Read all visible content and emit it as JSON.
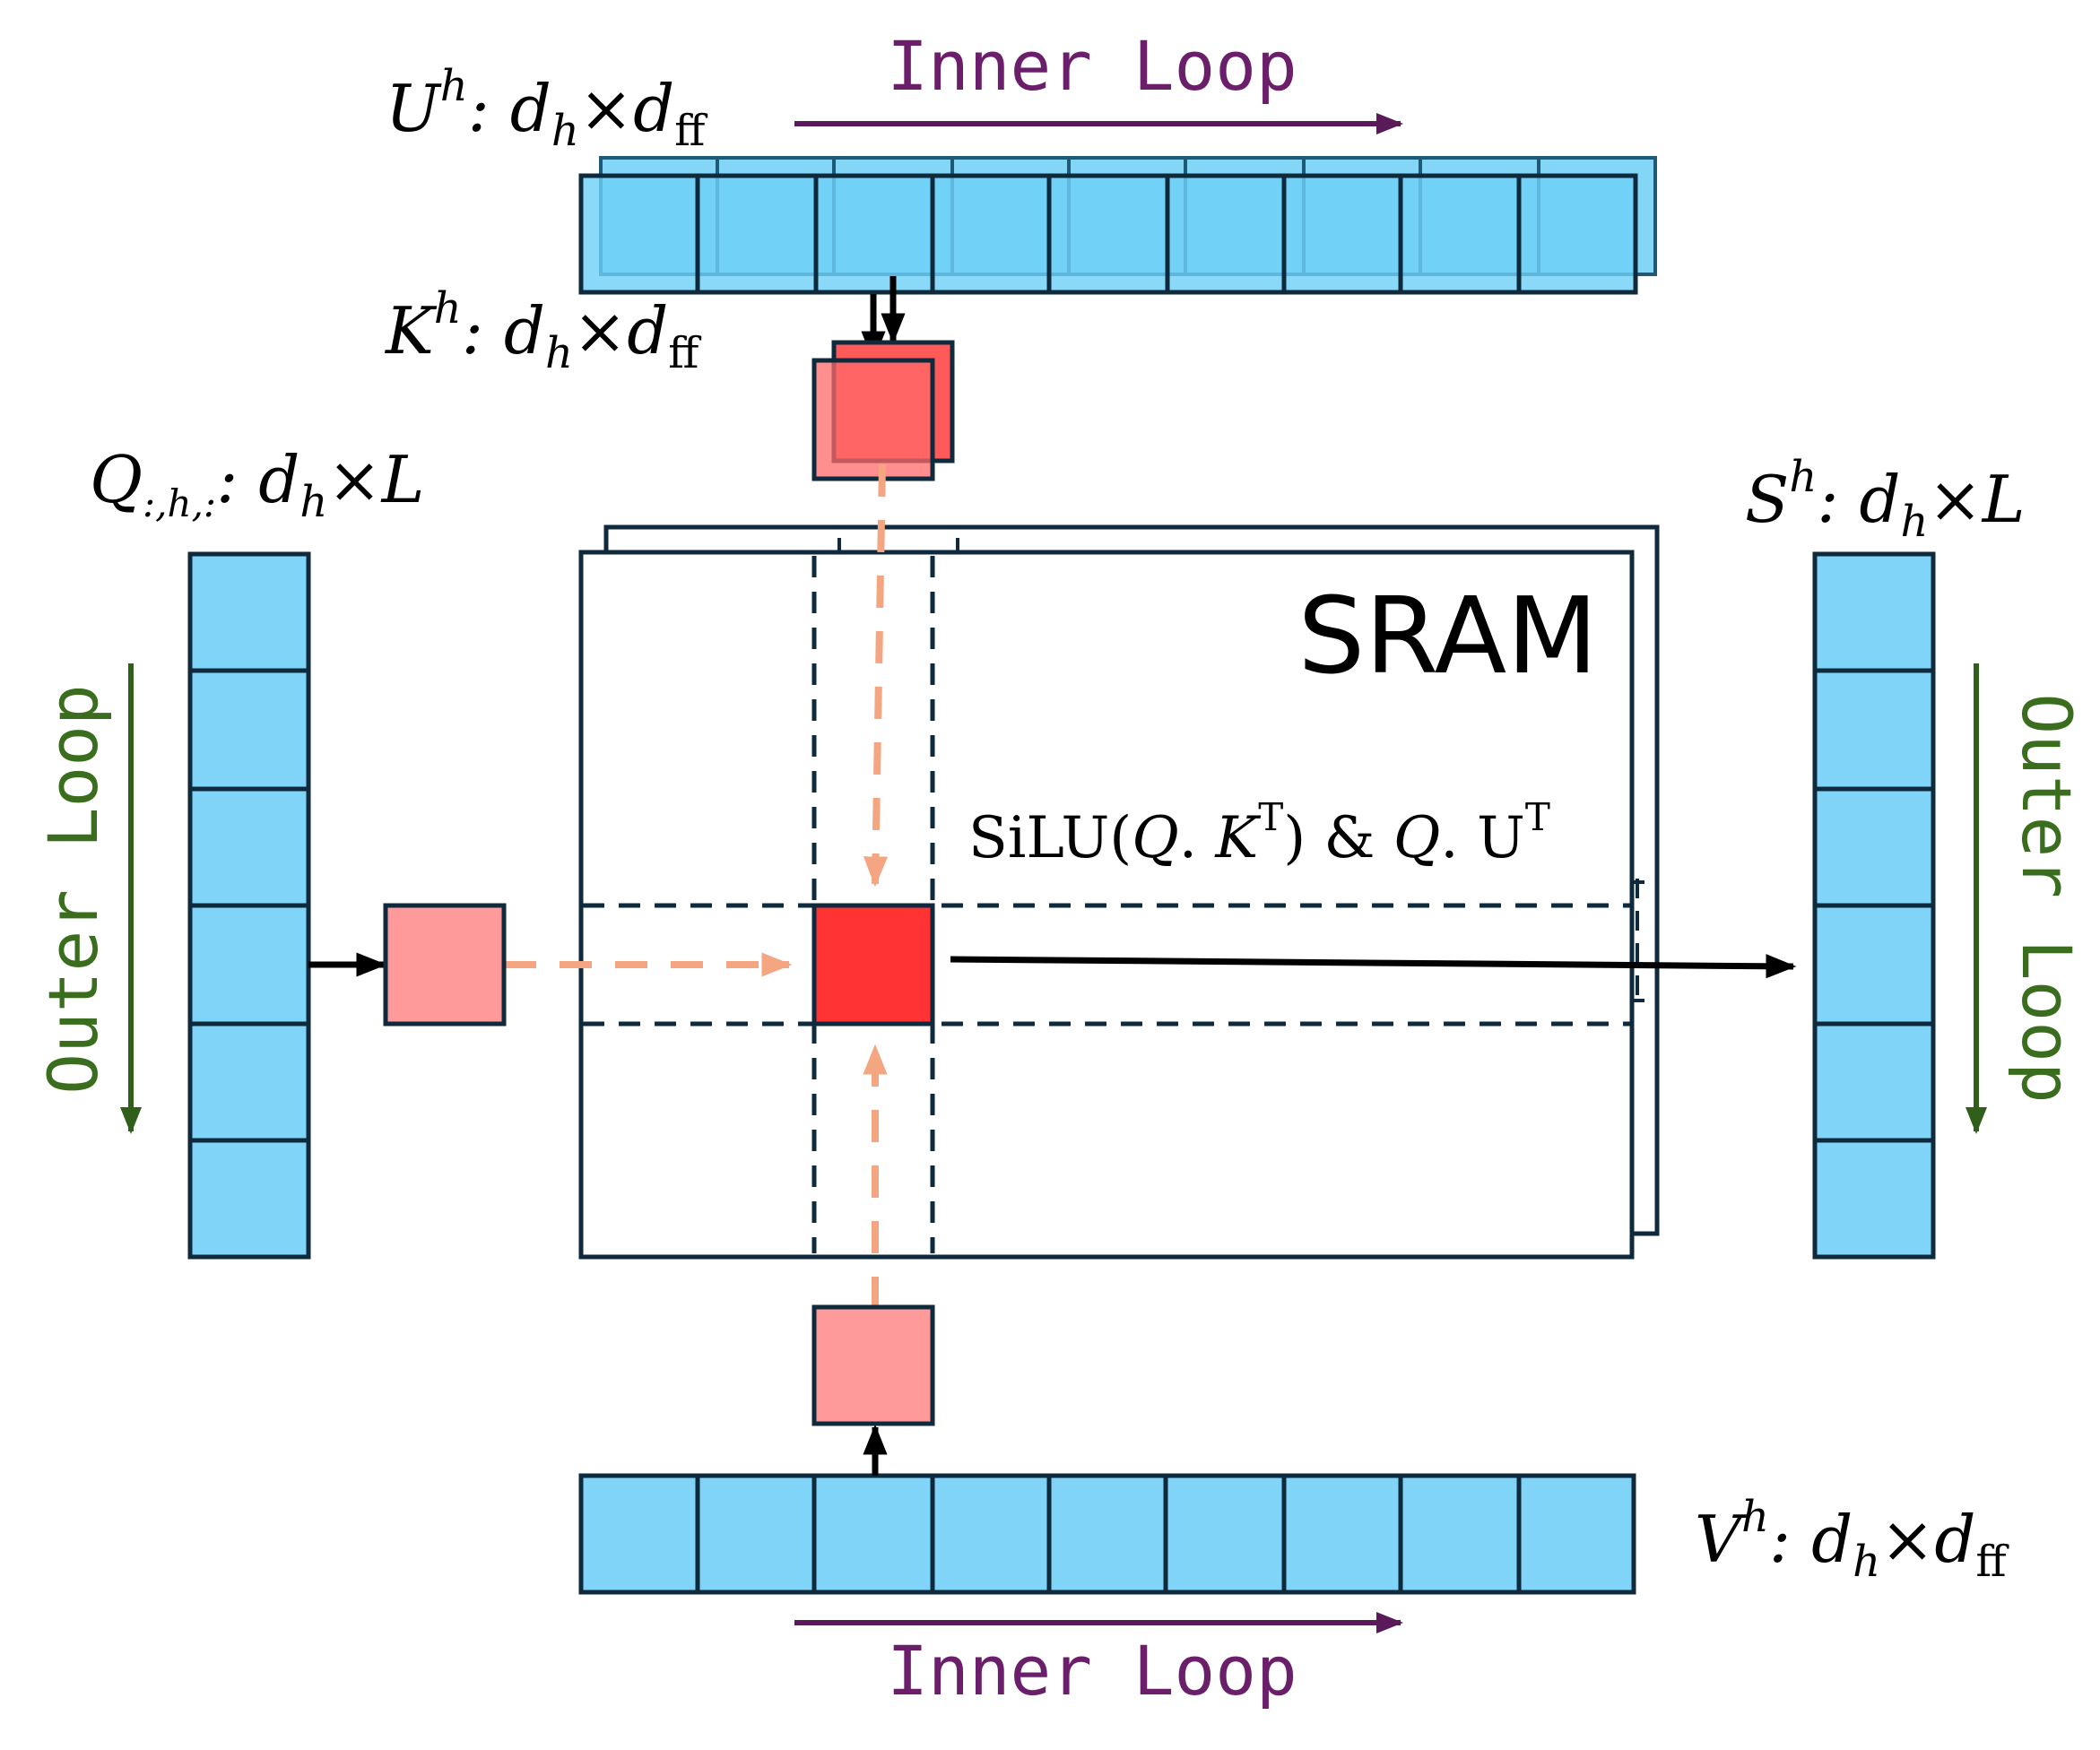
{
  "colors": {
    "blue": "#6ECFF6",
    "blue_dark_edge": "#0E2A3C",
    "pink": "#FF9A9A",
    "red": "#FF3333",
    "red_mid": "#FF5A5A",
    "salmon_arrow": "#F4A582",
    "inner_loop": "#6B1F6B",
    "outer_loop": "#3A6E1E"
  },
  "labels": {
    "inner_loop_top": "Inner Loop",
    "inner_loop_bottom": "Inner Loop",
    "outer_loop_left": "Outer Loop",
    "outer_loop_right": "Outer Loop",
    "sram": "SRAM",
    "u_var": "U",
    "u_sup": "h",
    "u_dims": ": d",
    "u_dims_sub": "h",
    "u_times": "×d",
    "u_times_sub": "ff",
    "k_var": "K",
    "k_sup": "h",
    "k_dims": ": d",
    "k_dims_sub": "h",
    "k_times": "×d",
    "k_times_sub": "ff",
    "q_var": "Q",
    "q_sub": ":,h,:",
    "q_dims": ": d",
    "q_dims_sub": "h",
    "q_times": "×L",
    "s_var": "S",
    "s_sup": "h",
    "s_dims": ": d",
    "s_dims_sub": "h",
    "s_times": "×L",
    "v_var": "V",
    "v_sup": "h",
    "v_dims": ": d",
    "v_dims_sub": "h",
    "v_times": "×d",
    "v_times_sub": "ff",
    "formula_silu": "SiLU(",
    "formula_q1": "Q",
    "formula_dot1": ". ",
    "formula_k": "K",
    "formula_t1": "T",
    "formula_close": ") & ",
    "formula_q2": "Q",
    "formula_dot2": ". U",
    "formula_t2": "T"
  }
}
